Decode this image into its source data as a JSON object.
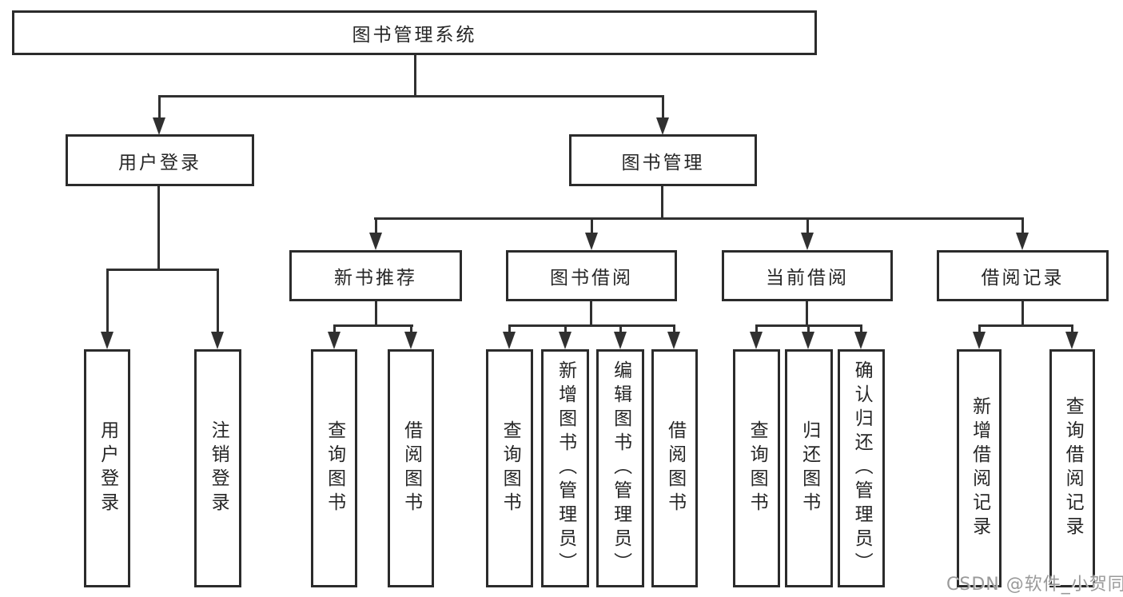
{
  "diagram": {
    "title": "图书管理系统",
    "tree": {
      "label": "图书管理系统",
      "children": [
        {
          "label": "用户登录",
          "children": [
            "用户登录",
            "注销登录"
          ]
        },
        {
          "label": "图书管理",
          "children": [
            {
              "label": "新书推荐",
              "children": [
                "查询图书",
                "借阅图书"
              ]
            },
            {
              "label": "图书借阅",
              "children": [
                "查询图书",
                "新增图书（管理员）",
                "编辑图书（管理员）",
                "借阅图书"
              ]
            },
            {
              "label": "当前借阅",
              "children": [
                "查询图书",
                "归还图书",
                "确认归还（管理员）"
              ]
            },
            {
              "label": "借阅记录",
              "children": [
                "新增借阅记录",
                "查询借阅记录"
              ]
            }
          ]
        }
      ]
    },
    "watermark": "CSDN @软件_小贺同学",
    "colors": {
      "background": "#ffffff",
      "box_border": "#2b2b2b",
      "connector": "#303030",
      "text": "#262626",
      "watermark": "#9a9a9a"
    }
  }
}
